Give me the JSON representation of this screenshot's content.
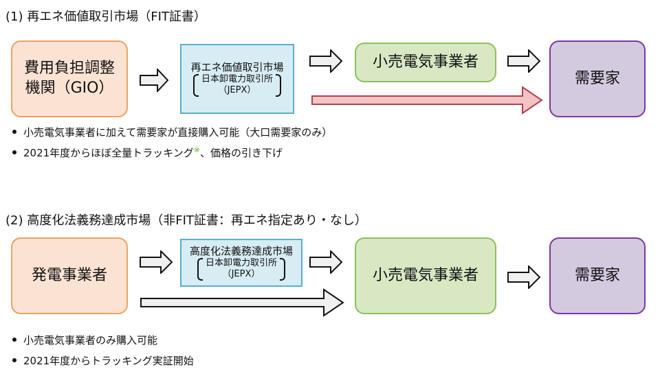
{
  "section1": {
    "heading": "(1) 再エネ価値取引市場（FIT証書）",
    "gio_line1": "費用負担調整",
    "gio_line2": "機関（GIO）",
    "market_title": "再エネ価値取引市場",
    "market_sub1": "日本卸電力取引所",
    "market_sub2": "（JEPX）",
    "retailer": "小売電気事業者",
    "consumer": "需要家",
    "bullet1": "小売電気事業者に加えて需要家が直接購入可能（大口需要家のみ）",
    "bullet2_pre": "2021年度からほぼ全量トラッキング",
    "bullet2_mark": "※",
    "bullet2_post": "、価格の引き下げ"
  },
  "section2": {
    "heading": "(2) 高度化法義務達成市場（非FIT証書：再エネ指定あり・なし）",
    "generator": "発電事業者",
    "market_title": "高度化法義務達成市場",
    "market_sub1": "日本卸電力取引所",
    "market_sub2": "（JEPX）",
    "retailer": "小売電気事業者",
    "consumer": "需要家",
    "bullet1": "小売電気事業者のみ購入可能",
    "bullet2": "2021年度からトラッキング実証開始"
  },
  "colors": {
    "orange_fill": "#fbe3d3",
    "orange_border": "#f0a060",
    "blue_fill": "#d7ecf3",
    "blue_border": "#5aaecd",
    "green_fill": "#d7e8c3",
    "green_border": "#8cc05a",
    "purple_fill": "#d4cae0",
    "purple_border": "#7a36a0",
    "red_arrow_fill": "#f2c4c4",
    "red_arrow_border": "#b04050",
    "arrow_fill": "#f0f0f0",
    "arrow_border": "#111111",
    "note_mark": "#5ab21f"
  }
}
